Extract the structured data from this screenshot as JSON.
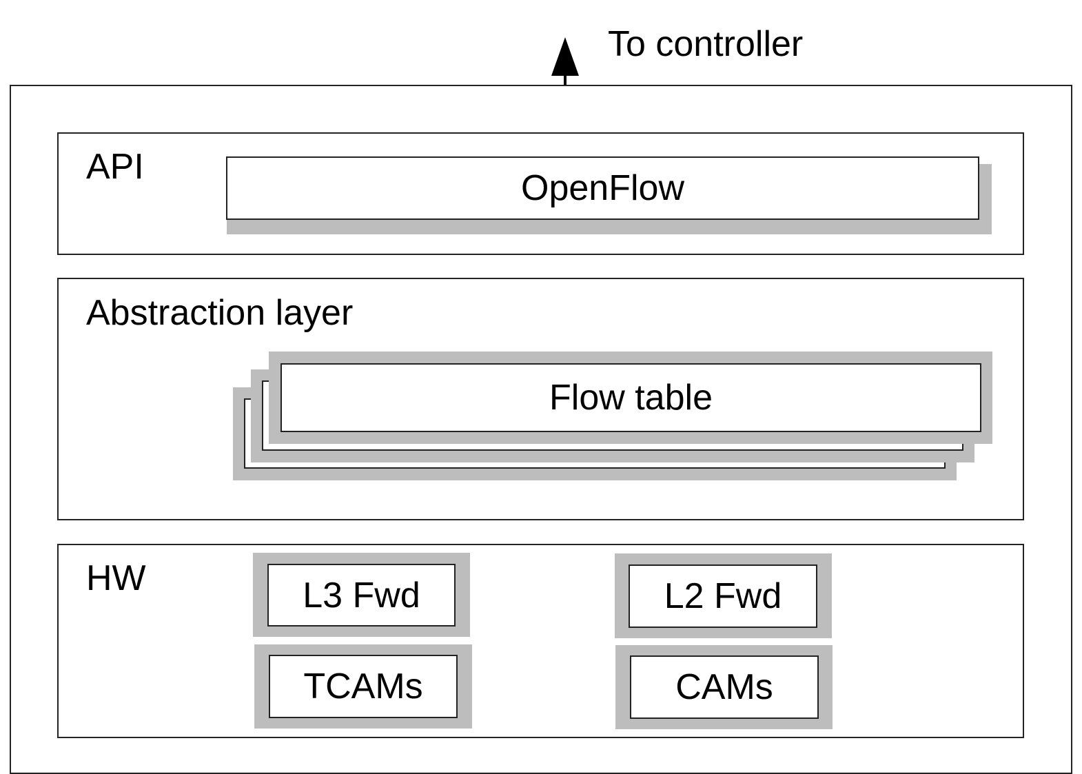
{
  "diagram": {
    "top_arrow_label": "To controller",
    "layers": {
      "api": {
        "label": "API",
        "component": "OpenFlow"
      },
      "abstraction": {
        "label": "Abstraction layer",
        "component": "Flow table"
      },
      "hw": {
        "label": "HW",
        "components": {
          "l3_fwd": "L3 Fwd",
          "tcams": "TCAMs",
          "l2_fwd": "L2 Fwd",
          "cams": "CAMs"
        }
      }
    }
  },
  "colors": {
    "stroke": "#222222",
    "shadow": "#bdbdbd",
    "fill": "#ffffff"
  }
}
